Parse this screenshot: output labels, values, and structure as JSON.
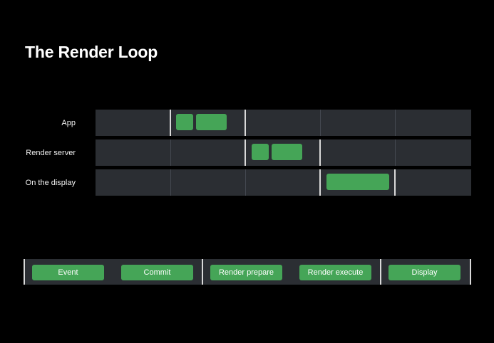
{
  "title": "The Render Loop",
  "rows": [
    {
      "label": "App"
    },
    {
      "label": "Render server"
    },
    {
      "label": "On the display"
    }
  ],
  "legend": {
    "phases": [
      {
        "label": "Event"
      },
      {
        "label": "Commit"
      },
      {
        "label": "Render prepare"
      },
      {
        "label": "Render execute"
      },
      {
        "label": "Display"
      }
    ]
  },
  "colors": {
    "background": "#000000",
    "track": "#2b2e33",
    "work_block": "#45a557",
    "vsync_line": "#d9d9d9"
  }
}
